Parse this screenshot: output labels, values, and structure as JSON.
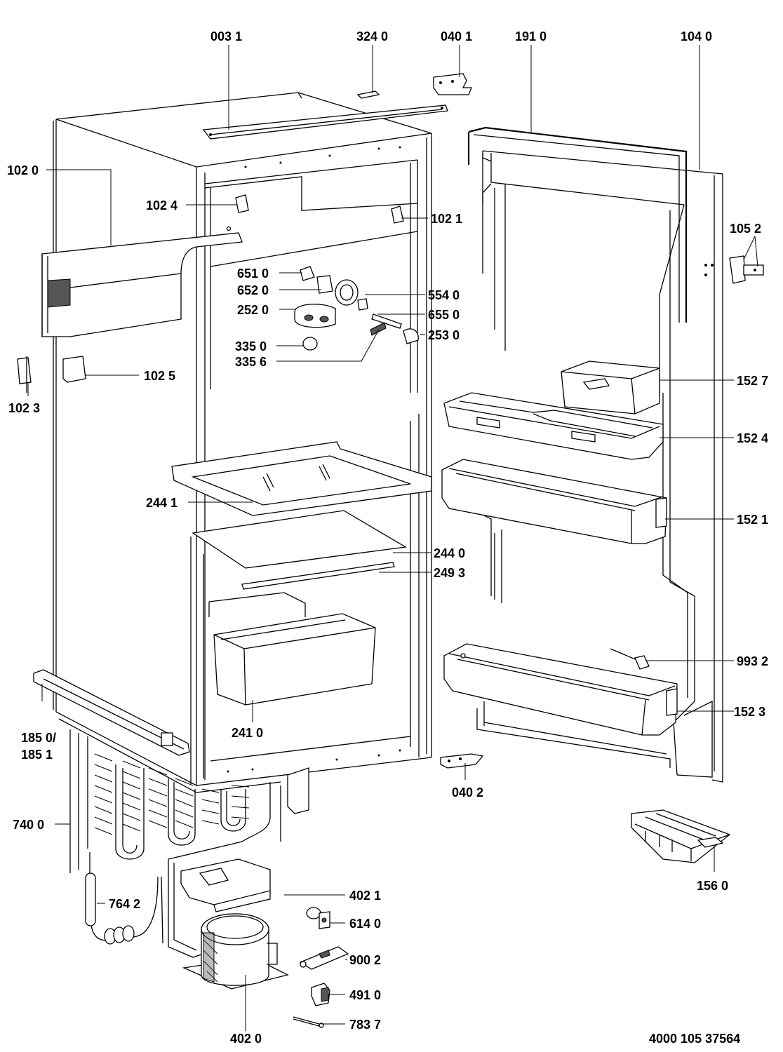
{
  "diagram": {
    "part_labels": {
      "p0031": "003 1",
      "p3240": "324 0",
      "p0401": "040 1",
      "p1910": "191 0",
      "p1040": "104 0",
      "p1020": "102 0",
      "p1024": "102 4",
      "p1021": "102 1",
      "p1052": "105 2",
      "p6510": "651 0",
      "p6520": "652 0",
      "p5540": "554 0",
      "p2520": "252 0",
      "p6550": "655 0",
      "p2530": "253 0",
      "p3350": "335 0",
      "p3356": "335 6",
      "p1025": "102 5",
      "p1023": "102 3",
      "p1527": "152 7",
      "p1524": "152 4",
      "p2441": "244 1",
      "p1521": "152 1",
      "p2440": "244 0",
      "p2493": "249 3",
      "p9932": "993 2",
      "p2410": "241 0",
      "p1850a": "185 0/",
      "p1850b": "185 1",
      "p1523": "152 3",
      "p0402": "040 2",
      "p7400": "740 0",
      "p1560": "156 0",
      "p4021": "402 1",
      "p7642": "764 2",
      "p6140": "614 0",
      "p9002": "900 2",
      "p4910": "491 0",
      "p7837": "783 7",
      "p4020": "402 0"
    },
    "document_number": "4000 105 37564"
  }
}
